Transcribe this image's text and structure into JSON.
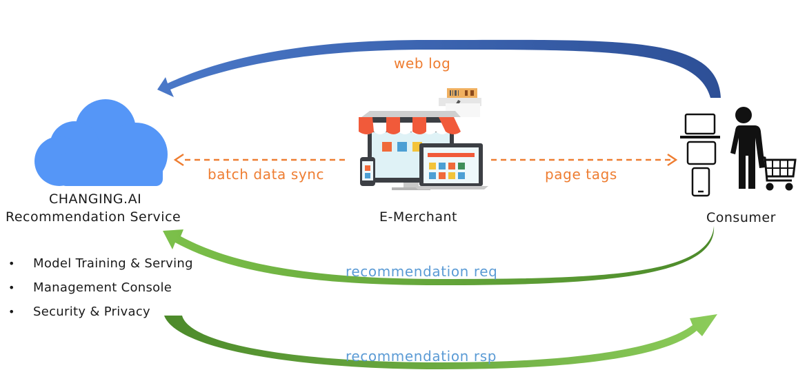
{
  "nodes": {
    "service": {
      "title_line1": "CHANGING.AI",
      "title_line2": "Recommendation Service",
      "features": [
        "Model Training & Serving",
        "Management Console",
        "Security & Privacy"
      ]
    },
    "merchant": {
      "title": "E-Merchant"
    },
    "consumer": {
      "title": "Consumer"
    }
  },
  "flows": {
    "web_log": "web log",
    "batch_data_sync": "batch data sync",
    "page_tags": "page tags",
    "recommendation_req": "recommendation req",
    "recommendation_rsp": "recommendation rsp"
  },
  "colors": {
    "cloud": "#5596f7",
    "web_log_arrow": "#3a62ad",
    "green_arrow": "#5d9e32",
    "orange_text": "#ee7d31",
    "blue_text": "#5b9bd5",
    "awning_red": "#f15a3a",
    "monitor_dark": "#3c3f44"
  },
  "icons": [
    "cloud-icon",
    "storefront-icon",
    "devices-icon",
    "person-icon",
    "shopping-cart-icon",
    "barcode-scanner-icon"
  ]
}
